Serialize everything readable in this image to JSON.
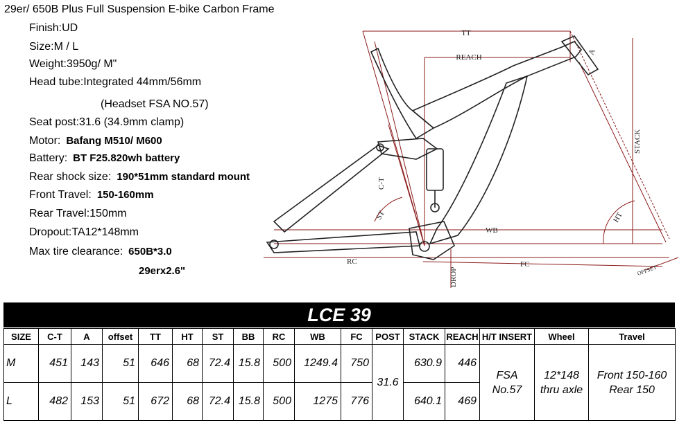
{
  "header": {
    "title": "29er/ 650B Plus Full Suspension E-bike Carbon Frame"
  },
  "specs": [
    {
      "label": "Finish:",
      "value": "UD",
      "bold": false
    },
    {
      "label": "Size:",
      "value": "M / L",
      "bold": false
    },
    {
      "label": "Weight:",
      "value": "3950g/ M\"",
      "bold": false
    },
    {
      "label": "Head tube:",
      "value": "Integrated 44mm/56mm",
      "bold": false
    },
    {
      "label": "",
      "value": "(Headset FSA NO.57)",
      "bold": false
    },
    {
      "label": "Seat post:",
      "value": "31.6 (34.9mm clamp)",
      "bold": false
    },
    {
      "label": "Motor:",
      "value": "Bafang M510/ M600",
      "bold": true
    },
    {
      "label": "Battery:",
      "value": "BT F25.820wh battery",
      "bold": true
    },
    {
      "label": "Rear shock size:",
      "value": "190*51mm standard mount",
      "bold": true
    },
    {
      "label": "Front Travel:",
      "value": "150-160mm",
      "bold": true
    },
    {
      "label": "Rear Travel:",
      "value": "150mm",
      "bold": false
    },
    {
      "label": "Dropout:",
      "value": "TA12*148mm",
      "bold": false
    },
    {
      "label": "Max tire clearance:",
      "value": "650B*3.0",
      "bold": true
    },
    {
      "label": "",
      "value": "29erx2.6\"",
      "bold": true
    }
  ],
  "diagram": {
    "labels": {
      "tt": "TT",
      "reach": "REACH",
      "a": "A",
      "stack": "STACK",
      "ct": "C-T",
      "st": "ST",
      "wb": "WB",
      "ht": "HT",
      "rc": "RC",
      "fc": "FC",
      "drop": "DROP",
      "offset": "OFFSET"
    }
  },
  "table": {
    "banner": "LCE 39",
    "headers": [
      "SIZE",
      "C-T",
      "A",
      "offset",
      "TT",
      "HT",
      "ST",
      "BB",
      "RC",
      "WB",
      "FC",
      "POST",
      "STACK",
      "REACH",
      "H/T INSERT",
      "Wheel",
      "Travel"
    ],
    "rows": [
      {
        "size": "M",
        "ct": "451",
        "a": "143",
        "offset": "51",
        "tt": "646",
        "ht": "68",
        "st": "72.4",
        "bb": "15.8",
        "rc": "500",
        "wb": "1249.4",
        "fc": "750",
        "stack": "630.9",
        "reach": "446"
      },
      {
        "size": "L",
        "ct": "482",
        "a": "153",
        "offset": "51",
        "tt": "672",
        "ht": "68",
        "st": "72.4",
        "bb": "15.8",
        "rc": "500",
        "wb": "1275",
        "fc": "776",
        "stack": "640.1",
        "reach": "469"
      }
    ],
    "post": "31.6",
    "ht_insert": [
      "FSA",
      "No.57"
    ],
    "wheel": [
      "12*148",
      "thru axle"
    ],
    "travel": [
      "Front 150-160",
      "Rear 150"
    ]
  }
}
